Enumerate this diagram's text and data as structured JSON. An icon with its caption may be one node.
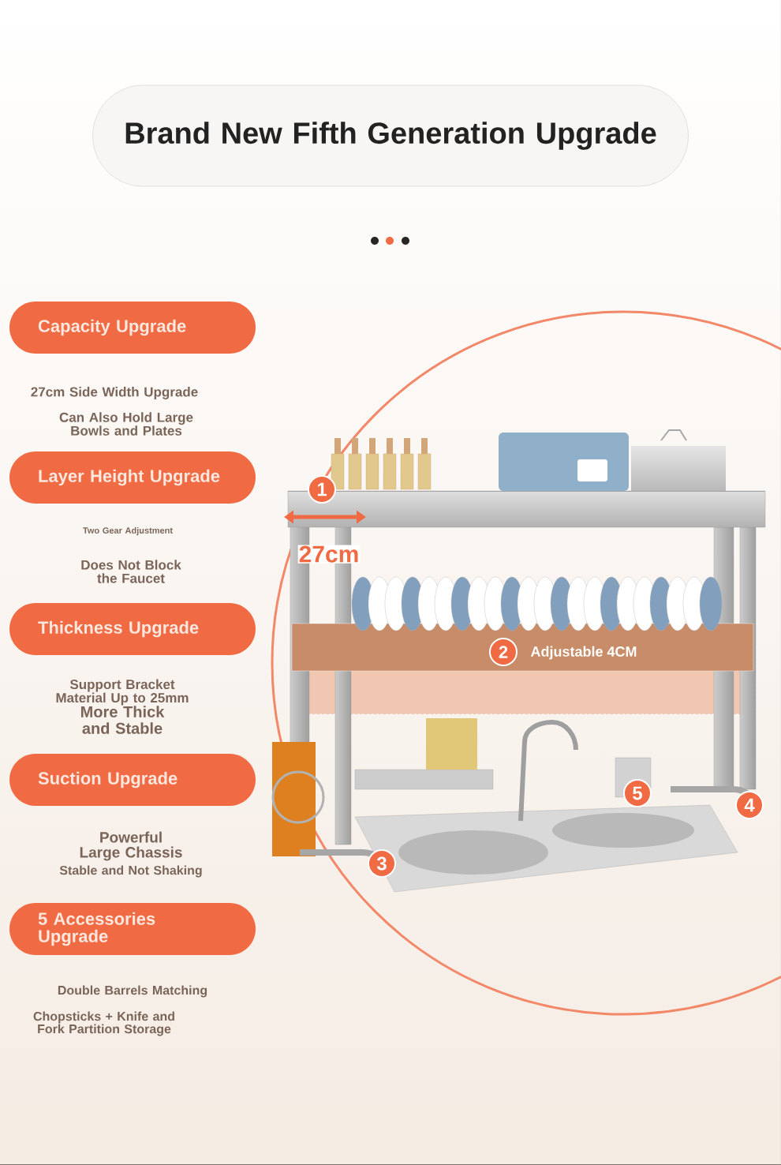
{
  "diagram": {
    "title": "Brand New Fifth Generation Upgrade",
    "nodes": [
      {
        "text": [
          "Capacity Upgrade"
        ]
      },
      {
        "text": [
          "Layer Height Upgrade"
        ]
      },
      {
        "text": [
          "Thickness Upgrade"
        ]
      },
      {
        "text": [
          "Suction Upgrade"
        ]
      },
      {
        "text": [
          "5 Accessories Upgrade"
        ]
      }
    ],
    "labels": [
      "27cm Side Width Upgrade",
      "Can Also Hold Large Bowls and Plates",
      "Two Gear Adjustment",
      "Does Not Block the Faucet",
      "Support Bracket Material Up to 25mm",
      "More Thick and Stable",
      "Powerful Large Chassis",
      "Stable and Not Shaking",
      "Double Barrels Matching",
      "Chopsticks + Knife and Fork Partition Storage",
      "1",
      "27cm",
      "2",
      "Adjustable 4CM",
      "5",
      "4",
      "3"
    ]
  }
}
